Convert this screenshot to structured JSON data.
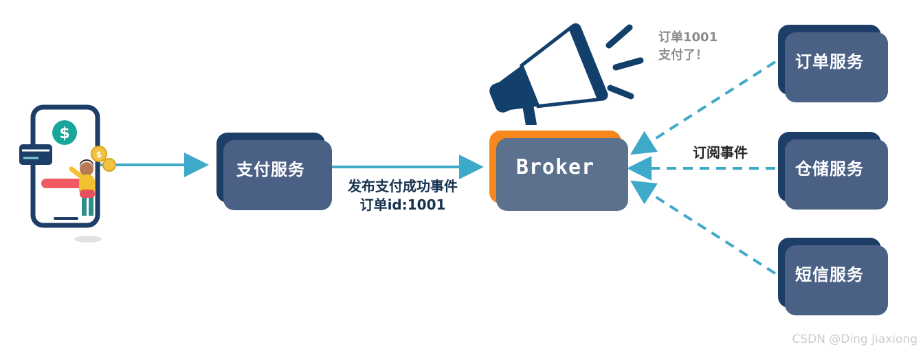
{
  "nodes": {
    "payment": {
      "label": "支付服务"
    },
    "broker": {
      "label": "Broker"
    },
    "order": {
      "label": "订单服务"
    },
    "warehouse": {
      "label": "仓储服务"
    },
    "sms": {
      "label": "短信服务"
    }
  },
  "edges": {
    "publish_label_line1": "发布支付成功事件",
    "publish_label_line2": "订单id:1001",
    "subscribe_label": "订阅事件"
  },
  "callout": {
    "line1": "订单1001",
    "line2": "支付了！"
  },
  "watermark": "CSDN @Ding Jiaxiong",
  "icons": {
    "megaphone": "megaphone-icon",
    "phone_payment": "phone-payment-illustration"
  },
  "colors": {
    "navy": "#1d3e66",
    "navy_shadow": "#4a6085",
    "orange": "#f8871d",
    "gray_shadow": "#5c718d",
    "teal_arrow": "#3fa9c9",
    "label_navy": "#16324f",
    "callout_gray": "#8c8c8c",
    "watermark_gray": "#cccccc"
  }
}
